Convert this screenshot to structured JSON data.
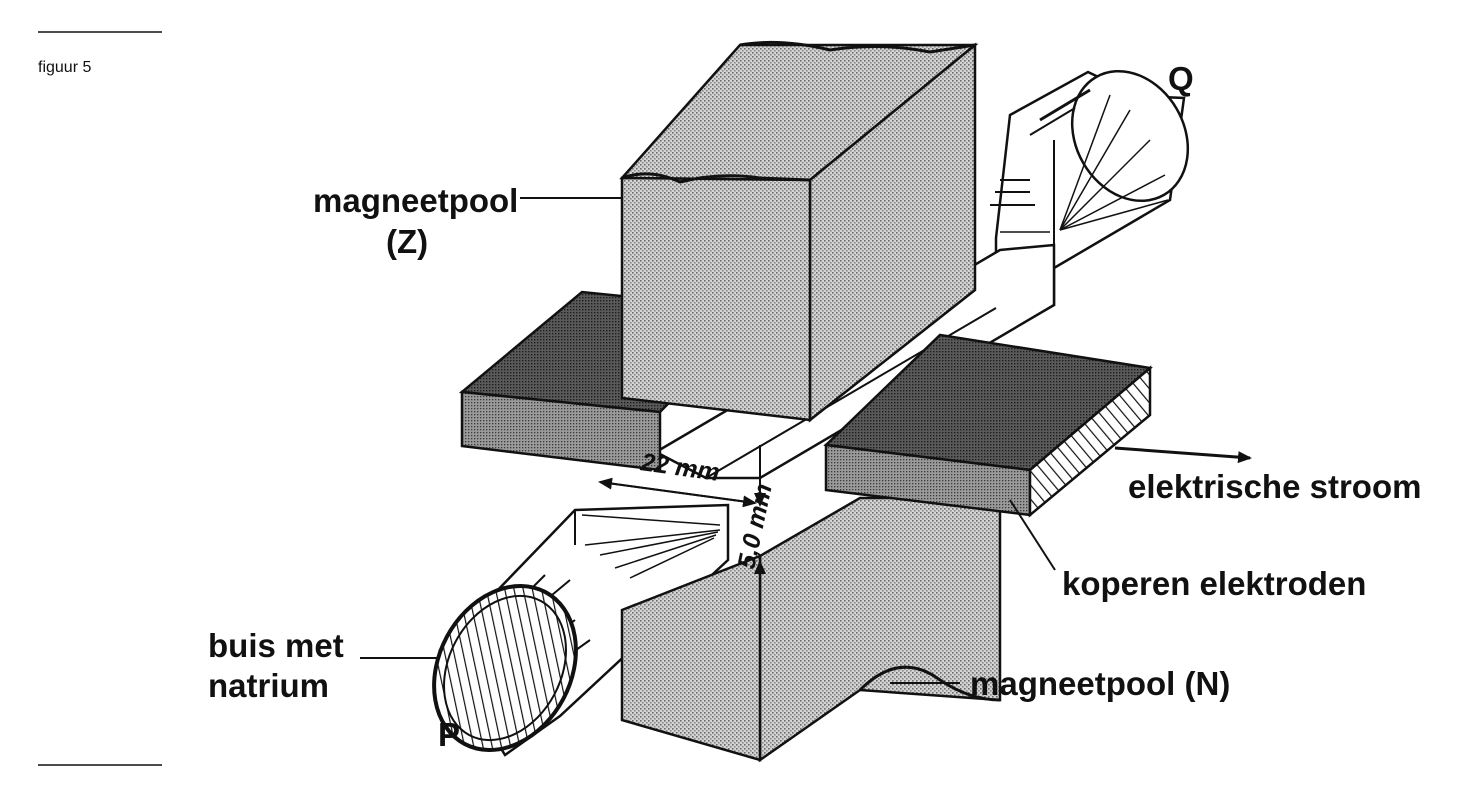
{
  "figure_label": "figuur 5",
  "labels": {
    "pole_south_line1": "magneetpool",
    "pole_south_line2": "(Z)",
    "pole_north": "magneetpool (N)",
    "tube_line1": "buis met",
    "tube_line2": "natrium",
    "electrodes": "koperen elektroden",
    "current": "elektrische stroom",
    "end_p": "P",
    "end_q": "Q"
  },
  "dimensions": {
    "width": "22 mm",
    "height": "5,0 mm"
  }
}
